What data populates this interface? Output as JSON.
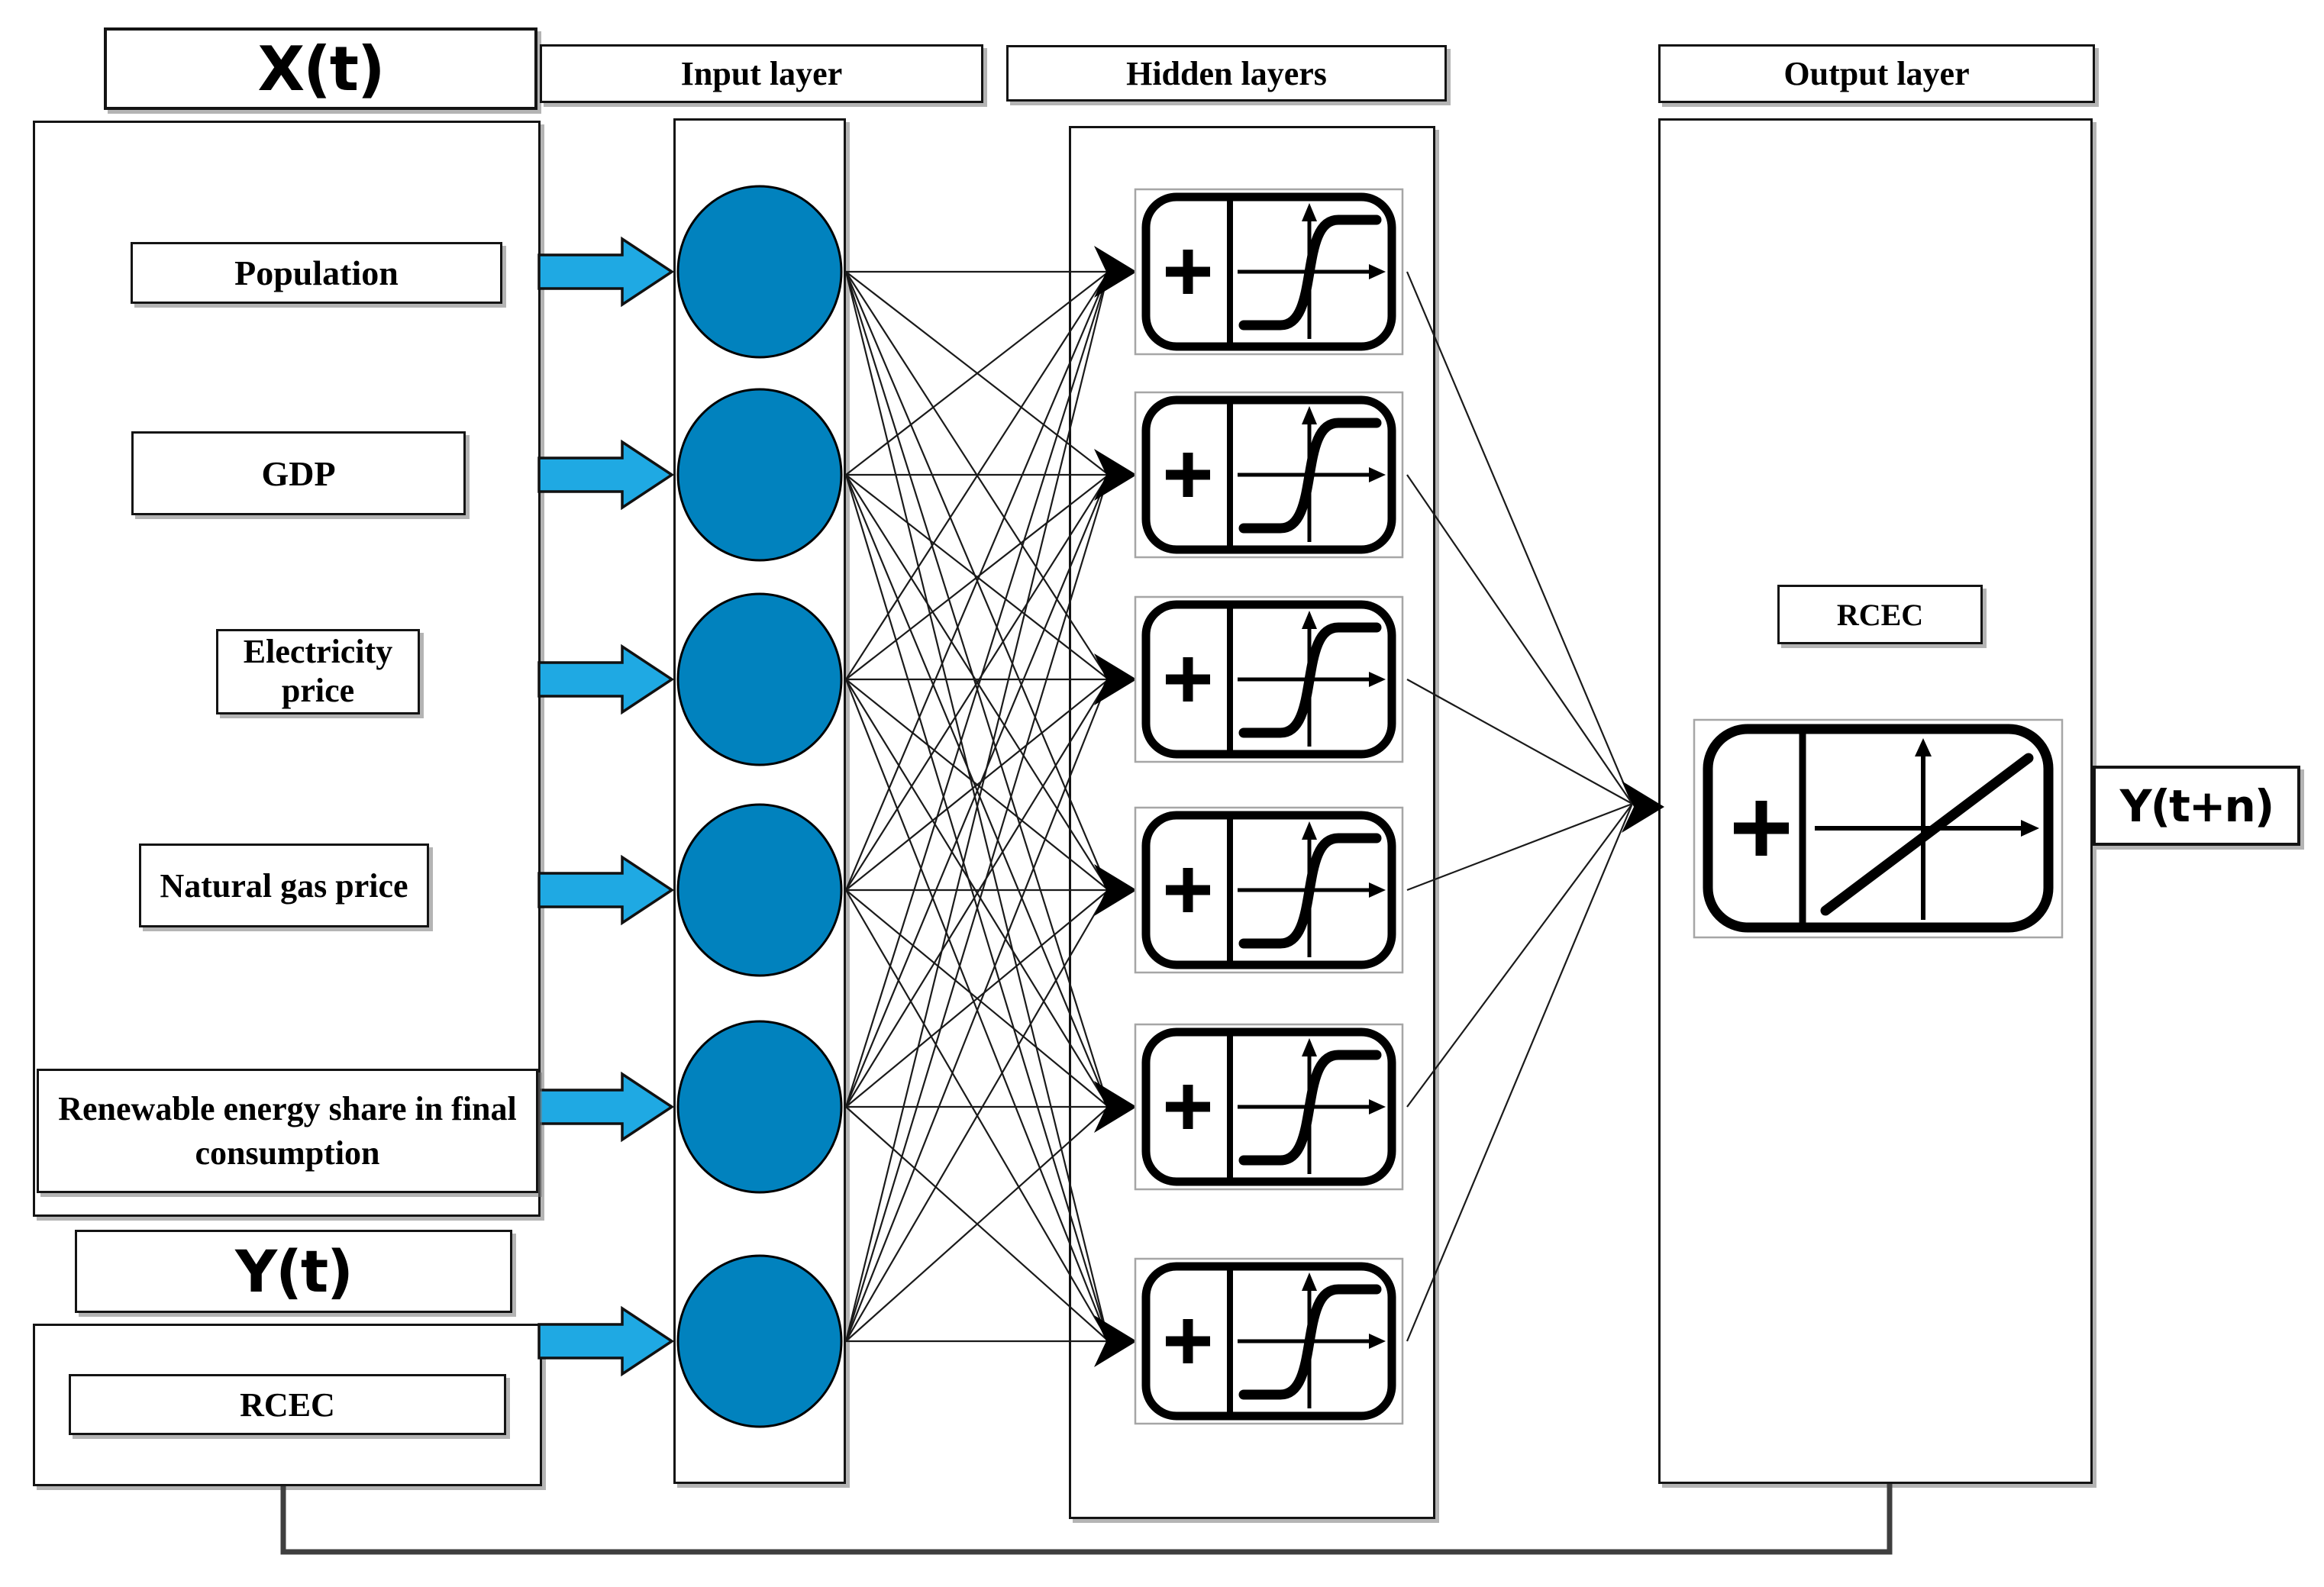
{
  "layers": {
    "input_label": "Input layer",
    "hidden_label": "Hidden layers",
    "output_label": "Output layer"
  },
  "x_block": {
    "title": "X(t)",
    "inputs": [
      "Population",
      "GDP",
      "Electricity price",
      "Natural gas price",
      "Renewable energy share in final consumption"
    ]
  },
  "y_block": {
    "title": "Y(t)",
    "input": "RCEC"
  },
  "output_block": {
    "label": "RCEC",
    "result": "Y(t+n)"
  },
  "network": {
    "input_nodes": 6,
    "hidden_neurons": 6,
    "output_neurons": 1,
    "hidden_activation": "sigmoid",
    "output_activation": "linear",
    "combiner": "plus",
    "recurrent_feedback": true
  },
  "icons": {
    "input_node": "filled-circle",
    "flow_arrow": "blue-right-arrow",
    "hidden_neuron": "plus-with-sigmoid-curve",
    "output_neuron": "plus-with-linear-ramp"
  },
  "colors": {
    "node_fill": "#0182BE",
    "arrow_fill": "#1FA9E3",
    "outline": "#111111",
    "connection": "#1a1a1a",
    "feedback": "#3f3f3f"
  }
}
